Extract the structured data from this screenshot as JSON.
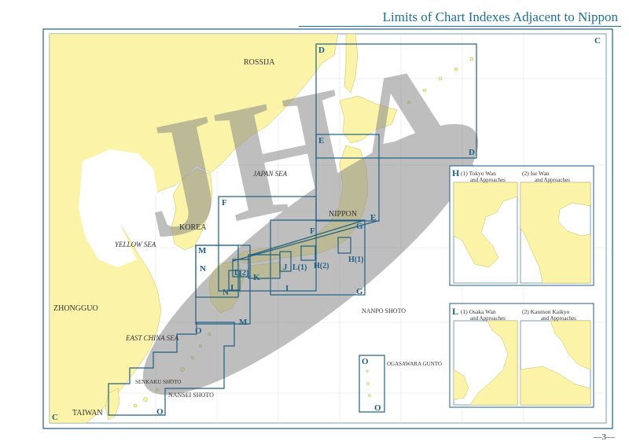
{
  "page": {
    "title": "Limits of Chart Indexes Adjacent to Nippon",
    "number": "—3—",
    "watermark": "JHA"
  },
  "colors": {
    "land": "#fbf3a8",
    "sea": "#ffffff",
    "frame": "#1d5f86",
    "index_box": "#1f5f86",
    "water_label": "#333333",
    "watermark": "#8a8a8a"
  },
  "labels": {
    "rossija": "ROSSIJA",
    "japan_sea": "JAPAN SEA",
    "korea": "KOREA",
    "yellow_sea": "YELLOW SEA",
    "zhongguo": "ZHONGGUO",
    "east_china_sea": "EAST CHINA SEA",
    "nippon": "NIPPON",
    "nanpo_shoto": "NANPO SHOTO",
    "ogasawara_gunto": "OGASAWARA GUNTO",
    "senkaku_shoto": "SENKAKU SHOTO",
    "nansei_shoto": "NANSEI SHOTO",
    "taiwan": "TAIWAN"
  },
  "index_letters": {
    "c": "C",
    "d": "D",
    "e": "E",
    "f": "F",
    "g": "G",
    "h": "H",
    "i": "I",
    "j": "J",
    "k": "K",
    "l": "L",
    "m": "M",
    "n": "N",
    "o": "O",
    "h1": "H(1)",
    "h2": "H(2)",
    "l1": "L(1)",
    "l2": "L(2)"
  },
  "insets": {
    "h": {
      "letter": "H",
      "panel1": {
        "number": "(1)",
        "name": "Tokyo Wan",
        "sub": "and Approaches"
      },
      "panel2": {
        "number": "(2)",
        "name": "Ise Wan",
        "sub": "and Approaches"
      }
    },
    "l": {
      "letter": "L",
      "panel1": {
        "number": "(1)",
        "name": "Osaka Wan",
        "sub": "and Approaches"
      },
      "panel2": {
        "number": "(2)",
        "name": "Kanmon Kaikyo",
        "sub": "and Approaches"
      }
    }
  }
}
